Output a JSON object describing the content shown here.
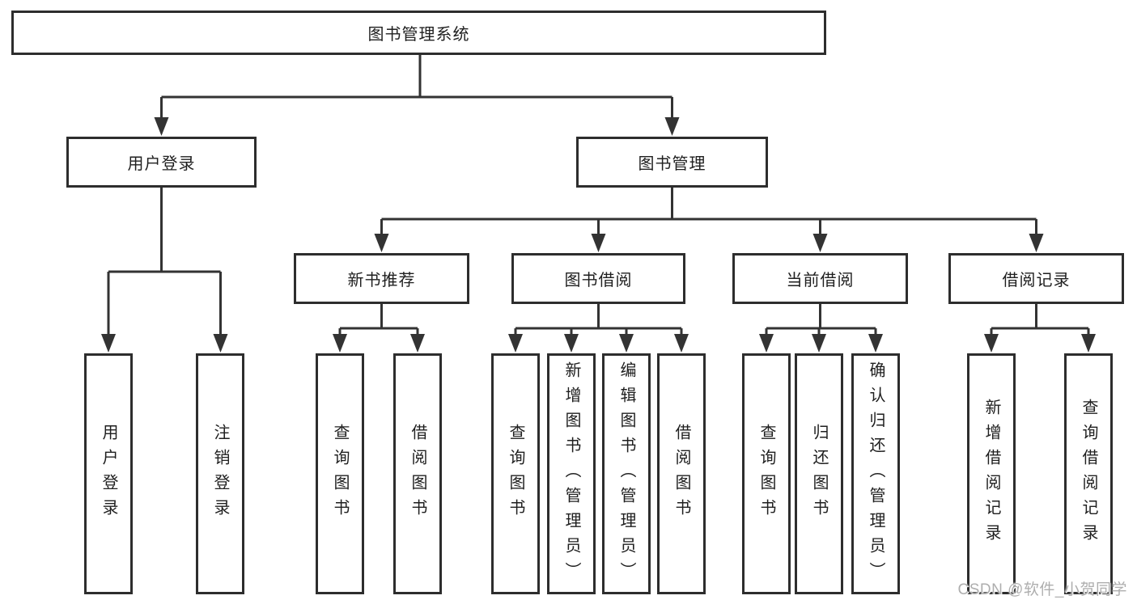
{
  "diagram_title": "图书管理系统",
  "nodes": {
    "root": "图书管理系统",
    "user_login": "用户登录",
    "book_management": "图书管理",
    "new_book_recommend": "新书推荐",
    "book_borrowing": "图书借阅",
    "current_borrowing": "当前借阅",
    "borrowing_records": "借阅记录",
    "leaf_user_login": "用户登录",
    "leaf_logout": "注销登录",
    "leaf_query_books_recommend": "查询图书",
    "leaf_borrow_books_recommend": "借阅图书",
    "leaf_query_books_borrowing": "查询图书",
    "leaf_add_books_admin": "新增图书（管理员）",
    "leaf_edit_books_admin": "编辑图书（管理员）",
    "leaf_borrow_books_borrowing": "借阅图书",
    "leaf_query_books_current": "查询图书",
    "leaf_return_books": "归还图书",
    "leaf_confirm_return_admin": "确认归还（管理员）",
    "leaf_add_borrow_record": "新增借阅记录",
    "leaf_query_borrow_record": "查询借阅记录"
  },
  "hierarchy": {
    "图书管理系统": {
      "用户登录": [
        "用户登录",
        "注销登录"
      ],
      "图书管理": {
        "新书推荐": [
          "查询图书",
          "借阅图书"
        ],
        "图书借阅": [
          "查询图书",
          "新增图书（管理员）",
          "编辑图书（管理员）",
          "借阅图书"
        ],
        "当前借阅": [
          "查询图书",
          "归还图书",
          "确认归还（管理员）"
        ],
        "借阅记录": [
          "新增借阅记录",
          "查询借阅记录"
        ]
      }
    }
  },
  "watermark": "CSDN @软件_小贺同学",
  "colors": {
    "line": "#333333",
    "box_border": "#2d2d2d",
    "text": "#1f1f1f",
    "watermark": "#aeaeae",
    "background": "#ffffff"
  }
}
